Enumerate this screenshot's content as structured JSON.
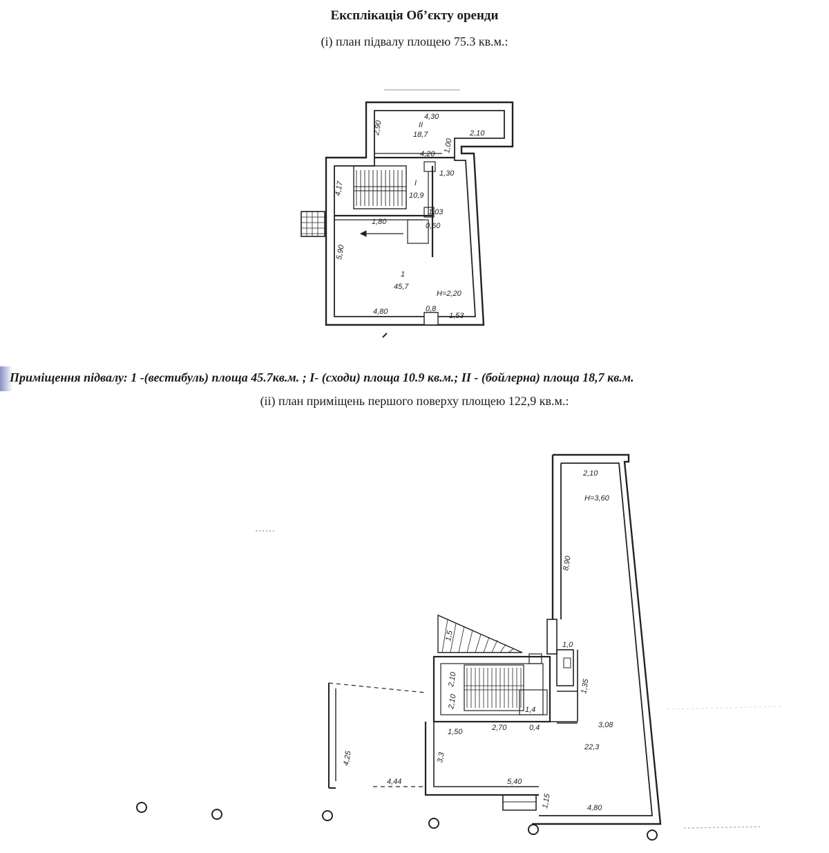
{
  "document": {
    "title": "Експлікація Об’єкту оренди",
    "basement_caption": "(і) план підвалу площею 75.3 кв.м.:",
    "basement_rooms": "Приміщення підвалу: 1 -(вестибуль) площа  45.7кв.м. ; І- (сходи) площа 10.9 кв.м.; ІІ - (бойлерна) площа 18,7 кв.м.",
    "first_floor_caption": "(іі) план  приміщень першого поверху площею 122,9 кв.м.:"
  },
  "basement_plan": {
    "labels": {
      "room_ii_num": "II",
      "room_ii_area": "18,7",
      "room_i_num": "I",
      "room_i_area": "10,9",
      "room_1_num": "1",
      "room_1_area": "45,7",
      "height": "H=2,20",
      "dim_top": "4,30",
      "dim_left_upper": "2,90",
      "dim_right_upper": "2,10",
      "dim_stair_top": "4,20",
      "dim_stair_right": "1,30",
      "dim_stair_left": "4,17",
      "dim_mid": "1,80",
      "dim_door": "0,60",
      "dim_side": "1,03",
      "dim_left_lower": "5,90",
      "dim_bottom_left": "4,80",
      "dim_bottom_door": "0,8",
      "dim_bottom_right": "1,53",
      "dim_vert": "1,00"
    }
  },
  "first_floor_plan": {
    "labels": {
      "dim_top": "2,10",
      "height": "H=3,60",
      "dim_right_tall": "8,90",
      "dim_small_a": "1,0",
      "dim_small_b": "1,35",
      "dim_stair": "2,10",
      "dim_stair_b": "2,10",
      "dim_room_a": "2,70",
      "dim_room_b": "1,4",
      "dim_room_c": "0,4",
      "dim_room_d": "1,50",
      "dim_room_e": "3,08",
      "room_area": "22,3",
      "dim_left": "3,3",
      "dim_bottom_mid": "5,40",
      "dim_bottom_right": "4,80",
      "dim_bottom_step": "1,15",
      "dim_outside": "4,44",
      "dim_outside_v": "4,25",
      "dim_slope": "1,5"
    }
  }
}
